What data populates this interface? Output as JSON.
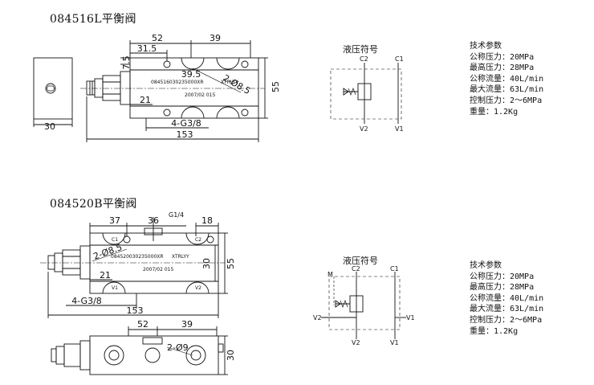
{
  "valve1": {
    "title": "084516L平衡阀",
    "drawing": {
      "dims": {
        "d52": "52",
        "d39": "39",
        "d31_5": "31.5",
        "d7_5": "7.5",
        "d39_5": "39.5",
        "d8_5": "2-Ø8.5",
        "d55": "55",
        "d21": "21",
        "thread": "4-G3/8",
        "d153": "153",
        "d30": "30"
      },
      "engraving": {
        "serial": "084516030235000XR",
        "brand": "XTRLYY",
        "date": "2007/02 015"
      }
    },
    "symbol": {
      "title": "液压符号",
      "ports": {
        "c2": "C2",
        "c1": "C1",
        "v2": "V2",
        "v1": "V1"
      }
    },
    "specs": {
      "heading": "技术参数",
      "rows": [
        "公称压力：20MPa",
        "最高压力：28MPa",
        "公称流量：40L/min",
        "最大流量：63L/min",
        "控制压力：2～6MPa",
        "重量：1.2Kg"
      ]
    }
  },
  "valve2": {
    "title": "084520B平衡阀",
    "drawing": {
      "dims": {
        "d37": "37",
        "d36": "36",
        "g14": "G1/4",
        "d18": "18",
        "d8_5": "2-Ø8.5",
        "d30": "30",
        "d55": "55",
        "d21": "21",
        "thread": "4-G3/8",
        "d153": "153",
        "d52": "52",
        "d39": "39",
        "d9": "2-Ø9",
        "d30b": "30"
      },
      "engraving": {
        "serial": "084520030235000XR",
        "brand": "XTRLYY",
        "date": "2007/02 015",
        "c1": "C1",
        "c2": "C2",
        "v1": "V1",
        "v2": "V2"
      }
    },
    "symbol": {
      "title": "液压符号",
      "ports": {
        "m": "M",
        "c2": "C2",
        "c1": "C1",
        "v2": "V2",
        "v1": "V1",
        "v2b": "V2",
        "v1b": "V1"
      }
    },
    "specs": {
      "heading": "技术参数",
      "rows": [
        "公称压力：20MPa",
        "最高压力：28MPa",
        "公称流量：40L/min",
        "最大流量：63L/min",
        "控制压力：2～6MPa",
        "重量：1.2Kg"
      ]
    }
  }
}
